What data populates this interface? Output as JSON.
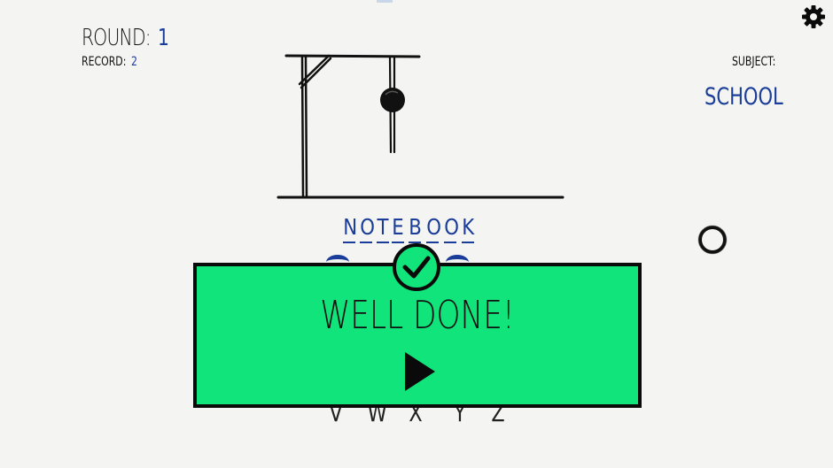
{
  "hud": {
    "round_label": "ROUND:",
    "round_value": "1",
    "record_label": "RECORD:",
    "record_value": "2",
    "subject_label": "SUBJECT:",
    "subject_value": "SCHOOL"
  },
  "word": {
    "letters": [
      "N",
      "O",
      "T",
      "E",
      "B",
      "O",
      "O",
      "K"
    ]
  },
  "keyboard": {
    "visible_keys": [
      "V",
      "W",
      "X",
      "Y",
      "Z"
    ]
  },
  "result": {
    "title": "WELL DONE!"
  },
  "icons": {
    "settings": "gear-icon",
    "badge": "checkmark-icon",
    "play": "play-icon",
    "hint": "circle-icon"
  },
  "colors": {
    "background": "#f4f4f2",
    "accent_blue": "#1b3d9a",
    "banner_green": "#10e47a",
    "ink": "#0a0a0a"
  }
}
